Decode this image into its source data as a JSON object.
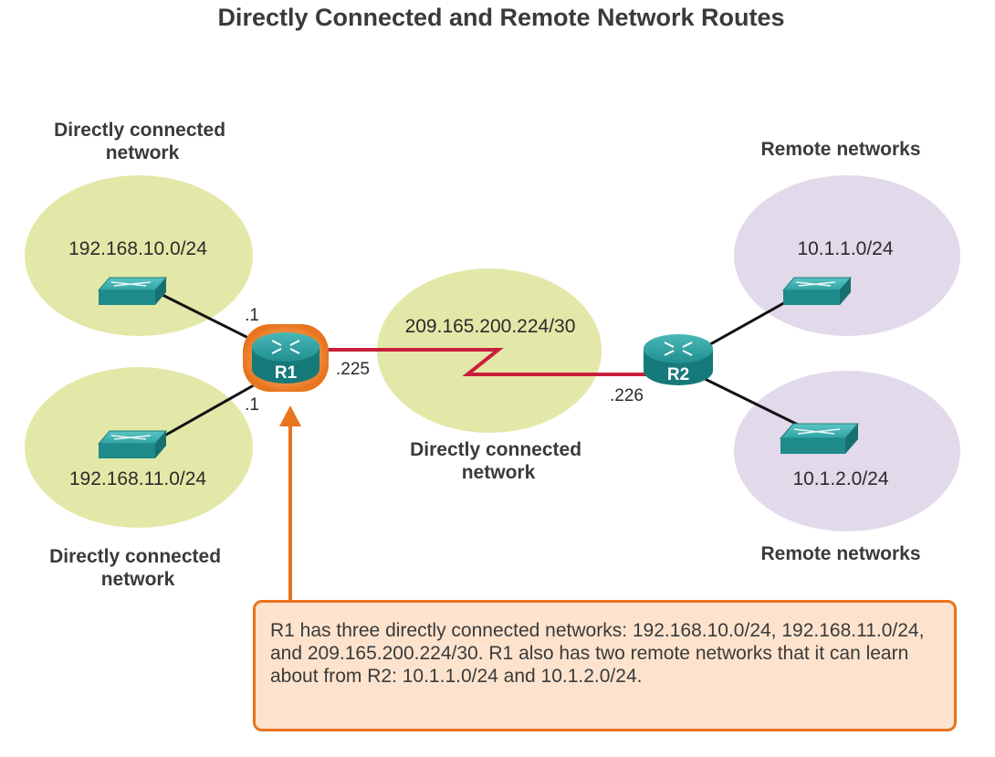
{
  "title": "Directly Connected and Remote Network Routes",
  "labels": {
    "top_left_line1": "Directly connected",
    "top_left_line2": "network",
    "bottom_left_line1": "Directly connected",
    "bottom_left_line2": "network",
    "center_line1": "Directly connected",
    "center_line2": "network",
    "top_right": "Remote networks",
    "bottom_right": "Remote networks"
  },
  "networks": {
    "net1": "192.168.10.0/24",
    "net2": "192.168.11.0/24",
    "wan": "209.165.200.224/30",
    "remote1": "10.1.1.0/24",
    "remote2": "10.1.2.0/24"
  },
  "routers": {
    "r1": "R1",
    "r2": "R2"
  },
  "interfaces": {
    "r1_top": ".1",
    "r1_bottom": ".1",
    "r1_wan": ".225",
    "r2_wan": ".226"
  },
  "note": "R1 has three directly connected networks: 192.168.10.0/24, 192.168.11.0/24, and 209.165.200.224/30. R1 also has two remote networks that it can learn about from R2: 10.1.1.0/24 and 10.1.2.0/24.",
  "colors": {
    "local_network": "#e3e8a8",
    "remote_network": "#e2d9ea",
    "device": "#2b9a9a",
    "wan_link": "#c8203c",
    "highlight": "#e8741e",
    "note_bg": "#fde3cd"
  }
}
